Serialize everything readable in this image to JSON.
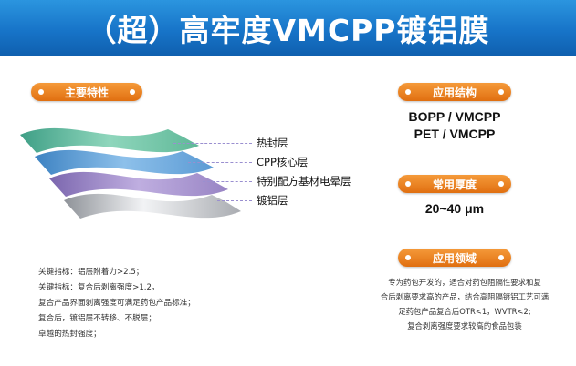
{
  "header": {
    "title": "（超）高牢度VMCPP镀铝膜"
  },
  "sections": {
    "features": {
      "label": "主要特性"
    },
    "structure": {
      "label": "应用结构"
    },
    "thickness": {
      "label": "常用厚度"
    },
    "application": {
      "label": "应用领域"
    }
  },
  "layers": [
    {
      "label": "热封层",
      "color": "#6fc4a2"
    },
    {
      "label": "CPP核心层",
      "color": "#6ca6d8"
    },
    {
      "label": "特别配方基材电晕层",
      "color": "#a491c8"
    },
    {
      "label": "镀铝层",
      "color": "#c6c8cc"
    }
  ],
  "structure": {
    "line1": "BOPP / VMCPP",
    "line2": "PET / VMCPP"
  },
  "thickness": {
    "value": "20~40 μm"
  },
  "features_notes": [
    "关键指标：铝层附着力>2.5；",
    "关键指标：复合后剥离强度>1.2，",
    "复合产品界面剥离强度可满足药包产品标准；",
    "复合后，镀铝层不转移、不脱层；",
    "卓越的热封强度；"
  ],
  "application_notes": [
    "专为药包开发的，适合对药包阻隔性要求和复",
    "合后剥离要求高的产品，结合高阻隔镀铝工艺可满",
    "足药包产品复合后OTR<1，WVTR<2;",
    "复合剥离强度要求较高的食品包装"
  ],
  "colors": {
    "header_blue": "#1774c8",
    "pill_orange": "#e8781c"
  }
}
